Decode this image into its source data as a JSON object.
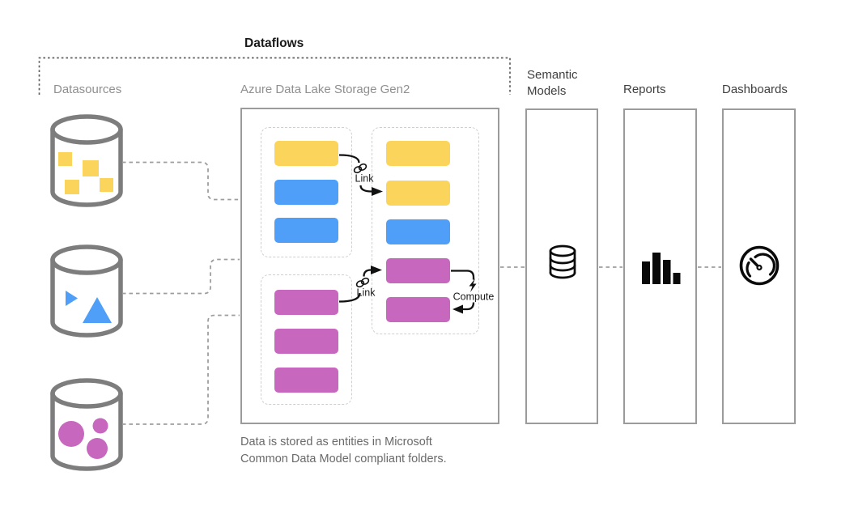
{
  "bracket": {
    "label": "Dataflows"
  },
  "labels": {
    "datasources": "Datasources",
    "adls": "Azure Data Lake Storage Gen2",
    "semantic_models": "Semantic Models",
    "reports": "Reports",
    "dashboards": "Dashboards"
  },
  "annotations": {
    "link_top": "Link",
    "link_bottom": "Link",
    "compute": "Compute"
  },
  "caption": "Data is stored as entities in Microsoft Common Data Model compliant folders.",
  "colors": {
    "entity_yellow": "#fbd45c",
    "entity_blue": "#4f9ff8",
    "entity_pink": "#c767be",
    "box_border": "#9b9b9b",
    "dashed_group_border": "#cfcfcf",
    "connector_gray": "#9e9e9e",
    "bracket_dash": "#5f5f5f",
    "label_gray": "#8f8f8f",
    "label_dark": "#404040",
    "caption_gray": "#6a6a6a",
    "icon_black": "#111111",
    "cylinder_stroke": "#7d7d7d"
  },
  "datasources": [
    {
      "name": "datasource-squares",
      "shape": "squares",
      "color": "#fbd45c"
    },
    {
      "name": "datasource-triangles",
      "shape": "triangles",
      "color": "#4f9ff8"
    },
    {
      "name": "datasource-circles",
      "shape": "circles",
      "color": "#c767be"
    }
  ],
  "adls": {
    "group_left_top_entities": [
      "yellow",
      "blue",
      "blue"
    ],
    "group_left_bottom_entities": [
      "pink",
      "pink",
      "pink"
    ],
    "group_right_entities": [
      "yellow",
      "yellow",
      "blue",
      "pink",
      "pink"
    ]
  },
  "destinations": [
    {
      "label": "Semantic Models",
      "icon": "database-icon"
    },
    {
      "label": "Reports",
      "icon": "bar-chart-icon"
    },
    {
      "label": "Dashboards",
      "icon": "gauge-icon"
    }
  ]
}
